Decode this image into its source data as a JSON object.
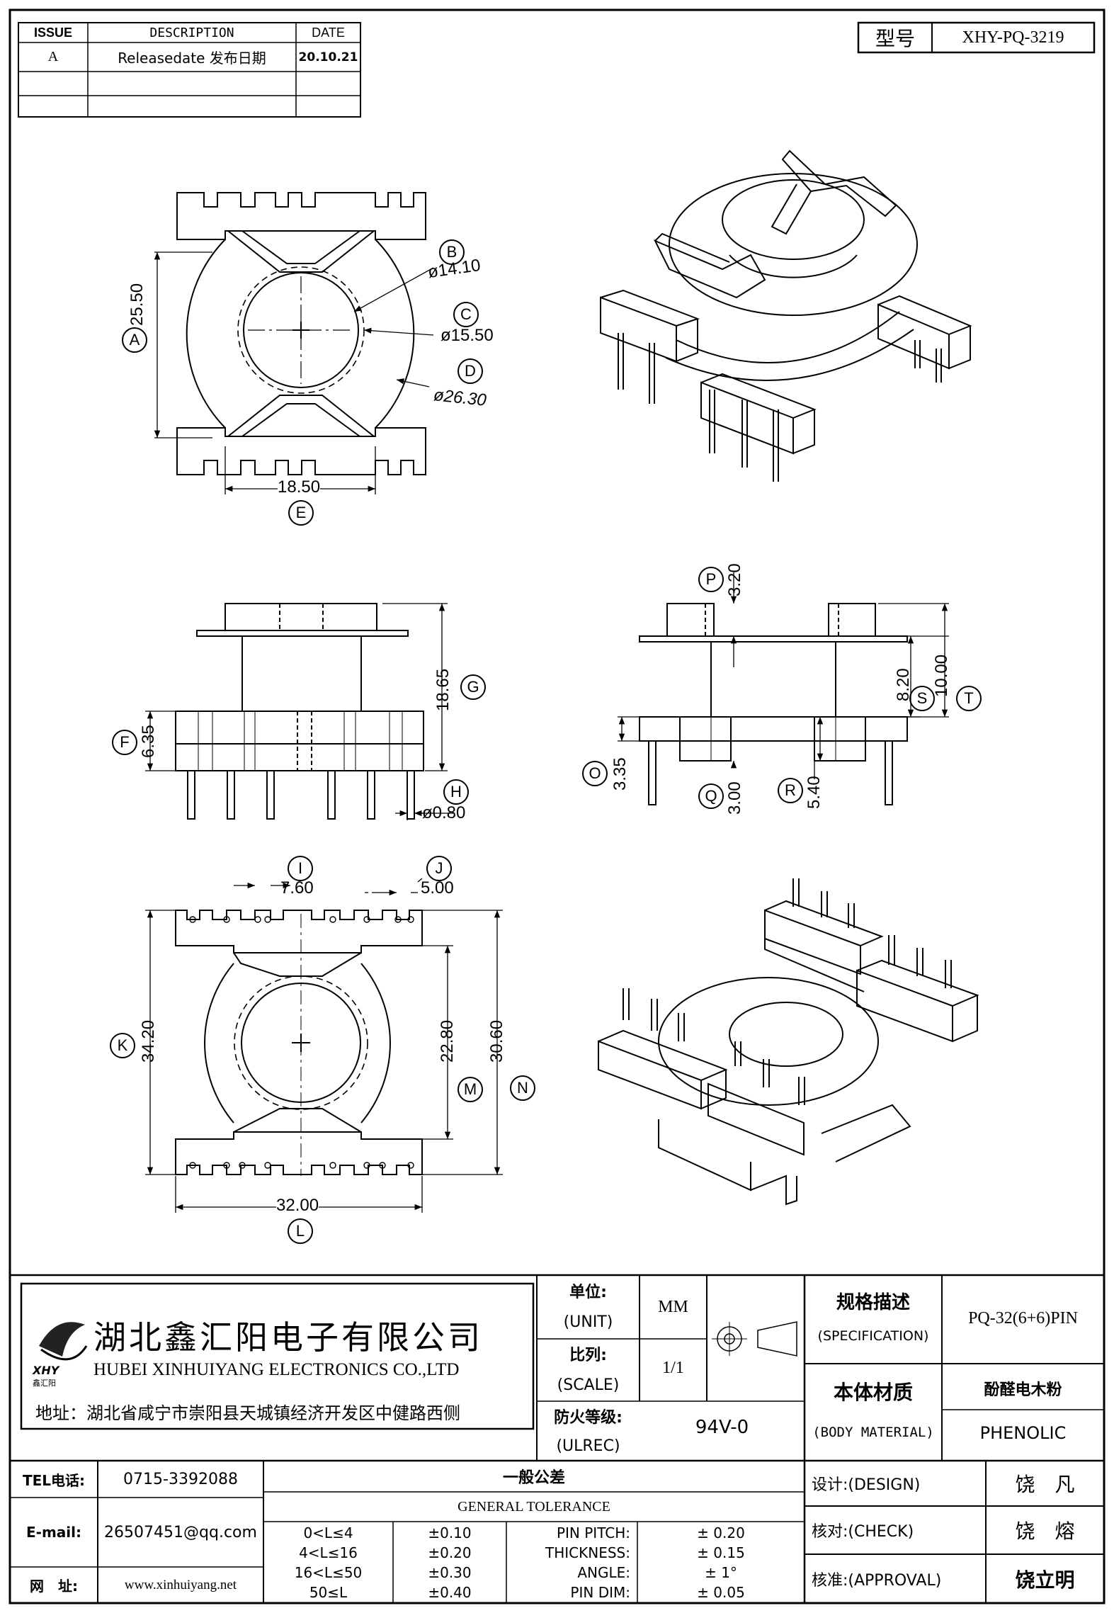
{
  "revision": {
    "headers": [
      "ISSUE",
      "DESCRIPTION",
      "DATE"
    ],
    "rows": [
      {
        "issue": "A",
        "description": "Releasedate 发布日期",
        "date": "20.10.21"
      }
    ]
  },
  "model": {
    "label": "型号",
    "value": "XHY-PQ-3219"
  },
  "dims": {
    "A": "25.50",
    "B": "ø14.10",
    "C": "ø15.50",
    "D": "ø26.30",
    "E": "18.50",
    "F": "6.35",
    "G": "18.65",
    "H": "ø0.80",
    "P": "3.20",
    "S": "8.20",
    "T": "10.00",
    "O": "3.35",
    "Q": "3.00",
    "R": "5.40",
    "I": "7.60",
    "J": "5.00",
    "K": "34.20",
    "M": "22.80",
    "N": "30.60",
    "L": "32.00"
  },
  "company": {
    "name_cn": "湖北鑫汇阳电子有限公司",
    "name_en": "HUBEI XINHUIYANG ELECTRONICS CO.,LTD",
    "address": "地址：湖北省咸宁市崇阳县天城镇经济开发区中健路西侧",
    "logo_text": "XHY",
    "logo_sub": "鑫汇阳"
  },
  "unit": {
    "label_cn": "单位:",
    "label_en": "(UNIT)",
    "value": "MM"
  },
  "scale": {
    "label_cn": "比列:",
    "label_en": "(SCALE)",
    "value": "1/1"
  },
  "ulrec": {
    "label_cn": "防火等级:",
    "label_en": "(ULREC)",
    "value": "94V-0"
  },
  "spec": {
    "label_cn": "规格描述",
    "label_en": "(SPECIFICATION)",
    "value": "PQ-32(6+6)PIN"
  },
  "material": {
    "label_cn": "本体材质",
    "label_en": "(BODY MATERIAL)",
    "value_cn": "酚醛电木粉",
    "value_en": "PHENOLIC"
  },
  "contact": {
    "tel_label": "TEL电话:",
    "tel": "0715-3392088",
    "email_label": "E-mail:",
    "email": "26507451@qq.com",
    "web_label": "网　址:",
    "web": "www.xinhuiyang.net"
  },
  "tolerance": {
    "title_cn": "一般公差",
    "title_en": "GENERAL TOLERANCE",
    "ranges": [
      {
        "range": "0<L≤4",
        "tol": "±0.10"
      },
      {
        "range": "4<L≤16",
        "tol": "±0.20"
      },
      {
        "range": "16<L≤50",
        "tol": "±0.30"
      },
      {
        "range": "50≤L",
        "tol": "±0.40"
      }
    ],
    "others": [
      {
        "name": "PIN PITCH:",
        "tol": "± 0.20"
      },
      {
        "name": "THICKNESS:",
        "tol": "± 0.15"
      },
      {
        "name": "ANGLE:",
        "tol": "± 1°"
      },
      {
        "name": "PIN DIM:",
        "tol": "± 0.05"
      }
    ]
  },
  "signoff": [
    {
      "role": "设计:(DESIGN)",
      "name": "饶　凡"
    },
    {
      "role": "核对:(CHECK)",
      "name": "饶　熔"
    },
    {
      "role": "核准:(APPROVAL)",
      "name": "饶立明"
    }
  ]
}
